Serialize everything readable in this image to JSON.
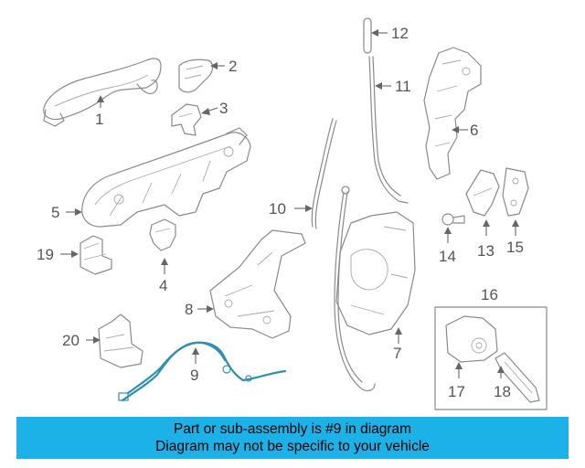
{
  "callouts": {
    "c1": "1",
    "c2": "2",
    "c3": "3",
    "c4": "4",
    "c5": "5",
    "c6": "6",
    "c7": "7",
    "c8": "8",
    "c9": "9",
    "c10": "10",
    "c11": "11",
    "c12": "12",
    "c13": "13",
    "c14": "14",
    "c15": "15",
    "c16": "16",
    "c17": "17",
    "c18": "18",
    "c19": "19",
    "c20": "20"
  },
  "banner": {
    "line1": "Part or sub-assembly is #9 in diagram",
    "line2": "Diagram may not be specific to your vehicle"
  },
  "colors": {
    "banner_bg": "#1cb2e8",
    "highlight": "#2f8fb0",
    "line_art": "#8a8a8a"
  }
}
